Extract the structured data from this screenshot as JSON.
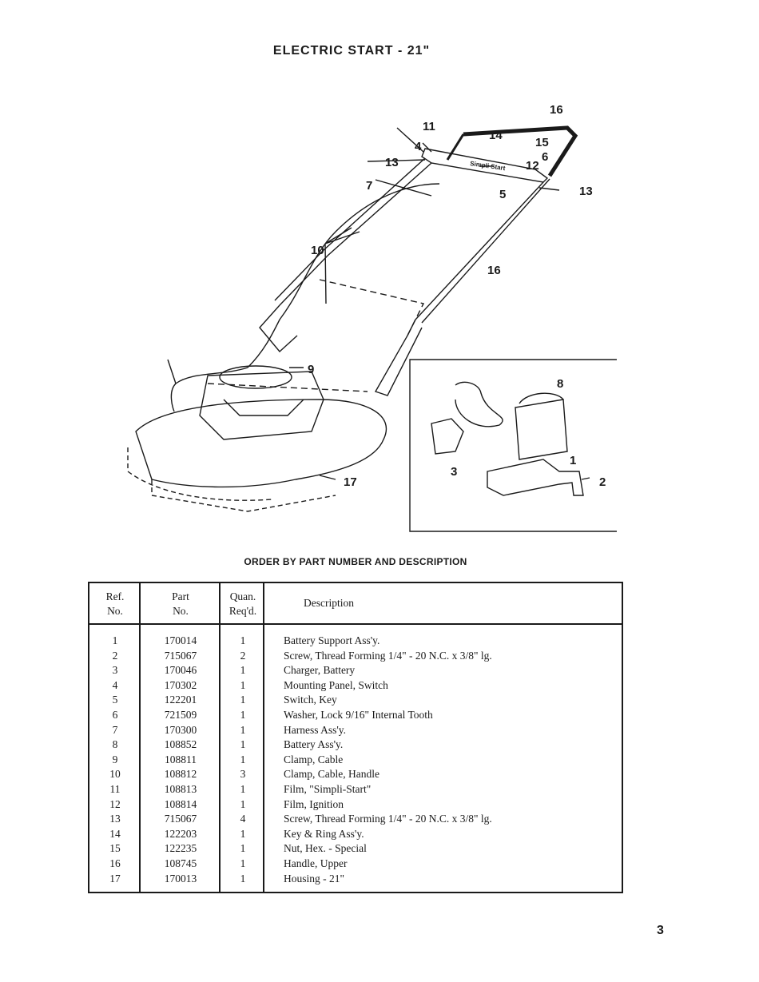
{
  "page": {
    "title": "ELECTRIC START - 21\"",
    "page_number": "3"
  },
  "diagram": {
    "callouts": [
      "16",
      "11",
      "4",
      "14",
      "15",
      "6",
      "12",
      "13",
      "13",
      "7",
      "5",
      "10",
      "16",
      "9",
      "8",
      "1",
      "2",
      "3",
      "17"
    ],
    "panel_text": "Simpli Start"
  },
  "table": {
    "heading": "ORDER BY PART NUMBER AND DESCRIPTION",
    "columns": {
      "ref_line1": "Ref.",
      "ref_line2": "No.",
      "part_line1": "Part",
      "part_line2": "No.",
      "qty_line1": "Quan.",
      "qty_line2": "Req'd.",
      "desc": "Description"
    },
    "rows": [
      {
        "ref": "1",
        "part": "170014",
        "qty": "1",
        "desc": "Battery Support Ass'y."
      },
      {
        "ref": "2",
        "part": "715067",
        "qty": "2",
        "desc": "Screw, Thread Forming  1/4\" - 20 N.C. x 3/8\" lg."
      },
      {
        "ref": "3",
        "part": "170046",
        "qty": "1",
        "desc": "Charger, Battery"
      },
      {
        "ref": "4",
        "part": "170302",
        "qty": "1",
        "desc": "Mounting Panel, Switch"
      },
      {
        "ref": "5",
        "part": "122201",
        "qty": "1",
        "desc": "Switch, Key"
      },
      {
        "ref": "6",
        "part": "721509",
        "qty": "1",
        "desc": "Washer, Lock  9/16\" Internal Tooth"
      },
      {
        "ref": "7",
        "part": "170300",
        "qty": "1",
        "desc": "Harness Ass'y."
      },
      {
        "ref": "8",
        "part": "108852",
        "qty": "1",
        "desc": "Battery Ass'y."
      },
      {
        "ref": "9",
        "part": "108811",
        "qty": "1",
        "desc": "Clamp, Cable"
      },
      {
        "ref": "10",
        "part": "108812",
        "qty": "3",
        "desc": "Clamp, Cable, Handle"
      },
      {
        "ref": "11",
        "part": "108813",
        "qty": "1",
        "desc": "Film, \"Simpli-Start\""
      },
      {
        "ref": "12",
        "part": "108814",
        "qty": "1",
        "desc": "Film, Ignition"
      },
      {
        "ref": "13",
        "part": "715067",
        "qty": "4",
        "desc": "Screw, Thread Forming  1/4\" - 20 N.C. x 3/8\" lg."
      },
      {
        "ref": "14",
        "part": "122203",
        "qty": "1",
        "desc": "Key & Ring Ass'y."
      },
      {
        "ref": "15",
        "part": "122235",
        "qty": "1",
        "desc": "Nut, Hex. - Special"
      },
      {
        "ref": "16",
        "part": "108745",
        "qty": "1",
        "desc": "Handle, Upper"
      },
      {
        "ref": "17",
        "part": "170013",
        "qty": "1",
        "desc": "Housing - 21\""
      }
    ]
  },
  "colors": {
    "ink": "#1a1a1a",
    "paper": "#ffffff"
  }
}
